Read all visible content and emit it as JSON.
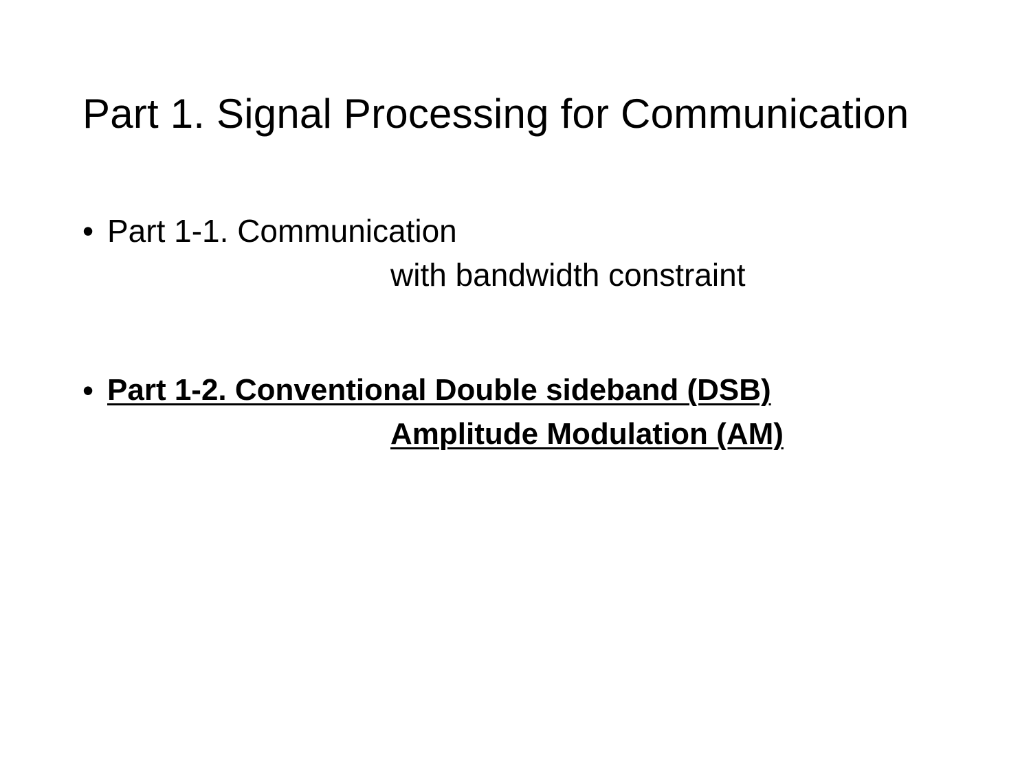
{
  "slide": {
    "title": "Part 1. Signal Processing for Communication",
    "bullets": [
      {
        "marker": "•",
        "line1": "Part 1-1. Communication",
        "line2": "with bandwidth constraint"
      },
      {
        "marker": "•",
        "line1": "Part 1-2. Conventional Double sideband (DSB)",
        "line2": "Amplitude Modulation (AM)"
      }
    ]
  }
}
